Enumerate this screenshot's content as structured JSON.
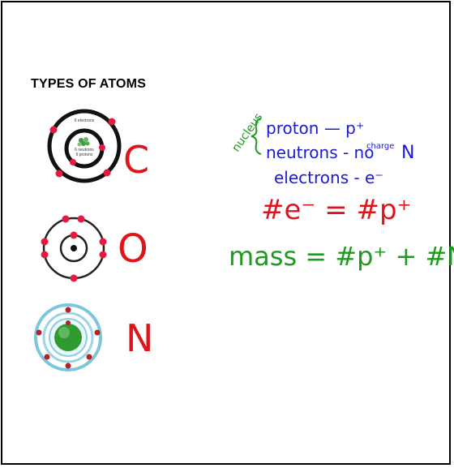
{
  "heading": "TYPES OF ATOMS",
  "atoms": [
    {
      "element_label": "C",
      "shell_label": "6 electrons",
      "core_label_neutrons": "6 neutrons",
      "core_label_protons": "6 protons"
    },
    {
      "element_label": "O"
    },
    {
      "element_label": "N"
    }
  ],
  "notes": {
    "bracket_label": "nucleus",
    "line1": "proton — p⁺",
    "line2_a": "neutrons - no",
    "line2_b": "charge",
    "line2_c": "N",
    "line3": "electrons - e⁻",
    "equation1": "#e⁻ = #p⁺",
    "equation2": "mass = #p⁺ + #N"
  },
  "colors": {
    "blue_ink": "#1a1ad6",
    "green_ink": "#1f9a1f",
    "red_ink": "#e0141b",
    "electron_red": "#e8193f"
  }
}
